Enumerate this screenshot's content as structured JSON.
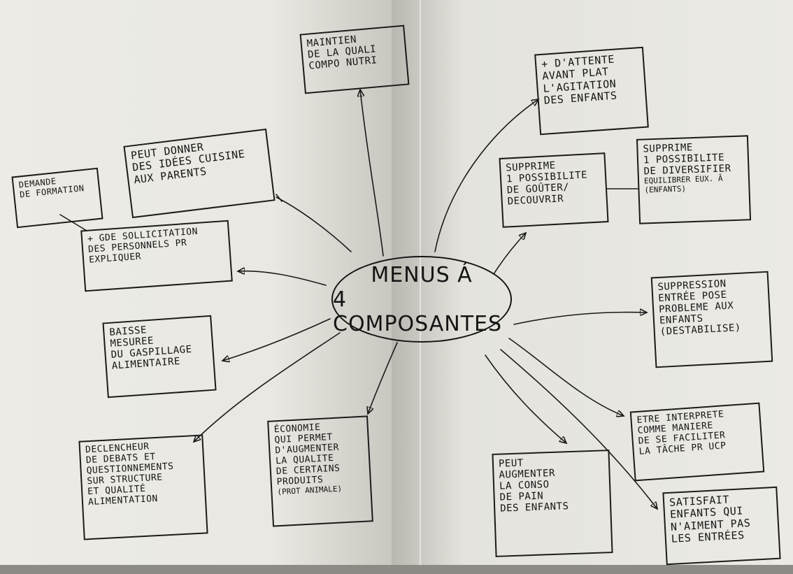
{
  "center": {
    "line1": "MENUS Á",
    "line2": "4 COMPOSANTES"
  },
  "nodes": {
    "maintien": [
      "MAINTIEN",
      "DE LA QUALI",
      "COMPO NUTRI"
    ],
    "attente": [
      "+ D'ATTENTE",
      "AVANT PLAT",
      "L'AGITATION",
      "DES ENFANTS"
    ],
    "supprime_gouter": [
      "SUPPRIME",
      "1 POSSIBILITE",
      "DE GOÛTER/",
      "DECOUVRIR"
    ],
    "supprime_diversifier": [
      "SUPPRIME",
      "1 POSSIBILITE",
      "DE DIVERSIFIER",
      "EQUILIBRER EUX. Â",
      "(ENFANTS)"
    ],
    "suppression_entree": [
      "SUPPRESSION",
      "ENTRÉE POSE",
      "PROBLEME AUX",
      "ENFANTS",
      "(DESTABILISE)"
    ],
    "interprete": [
      "ETRE INTERPRETE",
      "COMME MANIERE",
      "DE SE FACILITER",
      "LA TÂCHE PR UCP"
    ],
    "satisfait": [
      "SATISFAIT",
      "ENFANTS QUI",
      "N'AIMENT PAS",
      "LES ENTRÉES"
    ],
    "pain": [
      "PEUT",
      "AUGMENTER",
      "LA CONSO",
      "DE PAIN",
      "DES ENFANTS"
    ],
    "economie": [
      "ÉCONOMIE",
      "QUI PERMET",
      "D'AUGMENTER",
      "LA QUALITE",
      "DE CERTAINS",
      "PRODUITS",
      "(PROT ANIMALE)"
    ],
    "declencheur": [
      "DECLENCHEUR",
      "DE DEBATS ET",
      "QUESTIONNEMENTS",
      "SUR STRUCTURE",
      "ET QUALITÉ",
      "ALIMENTATION"
    ],
    "baisse": [
      "BAISSE",
      "MESUREE",
      "DU GASPILLAGE",
      "ALIMENTAIRE"
    ],
    "sollicitation": [
      "+ GDE SOLLICITATION",
      "DES PERSONNELS PR",
      "EXPLIQUER"
    ],
    "demande": [
      "DEMANDE",
      "DE FORMATION"
    ],
    "idees": [
      "PEUT DONNER",
      "DES IDÉES CUISINE",
      "AUX PARENTS"
    ]
  }
}
